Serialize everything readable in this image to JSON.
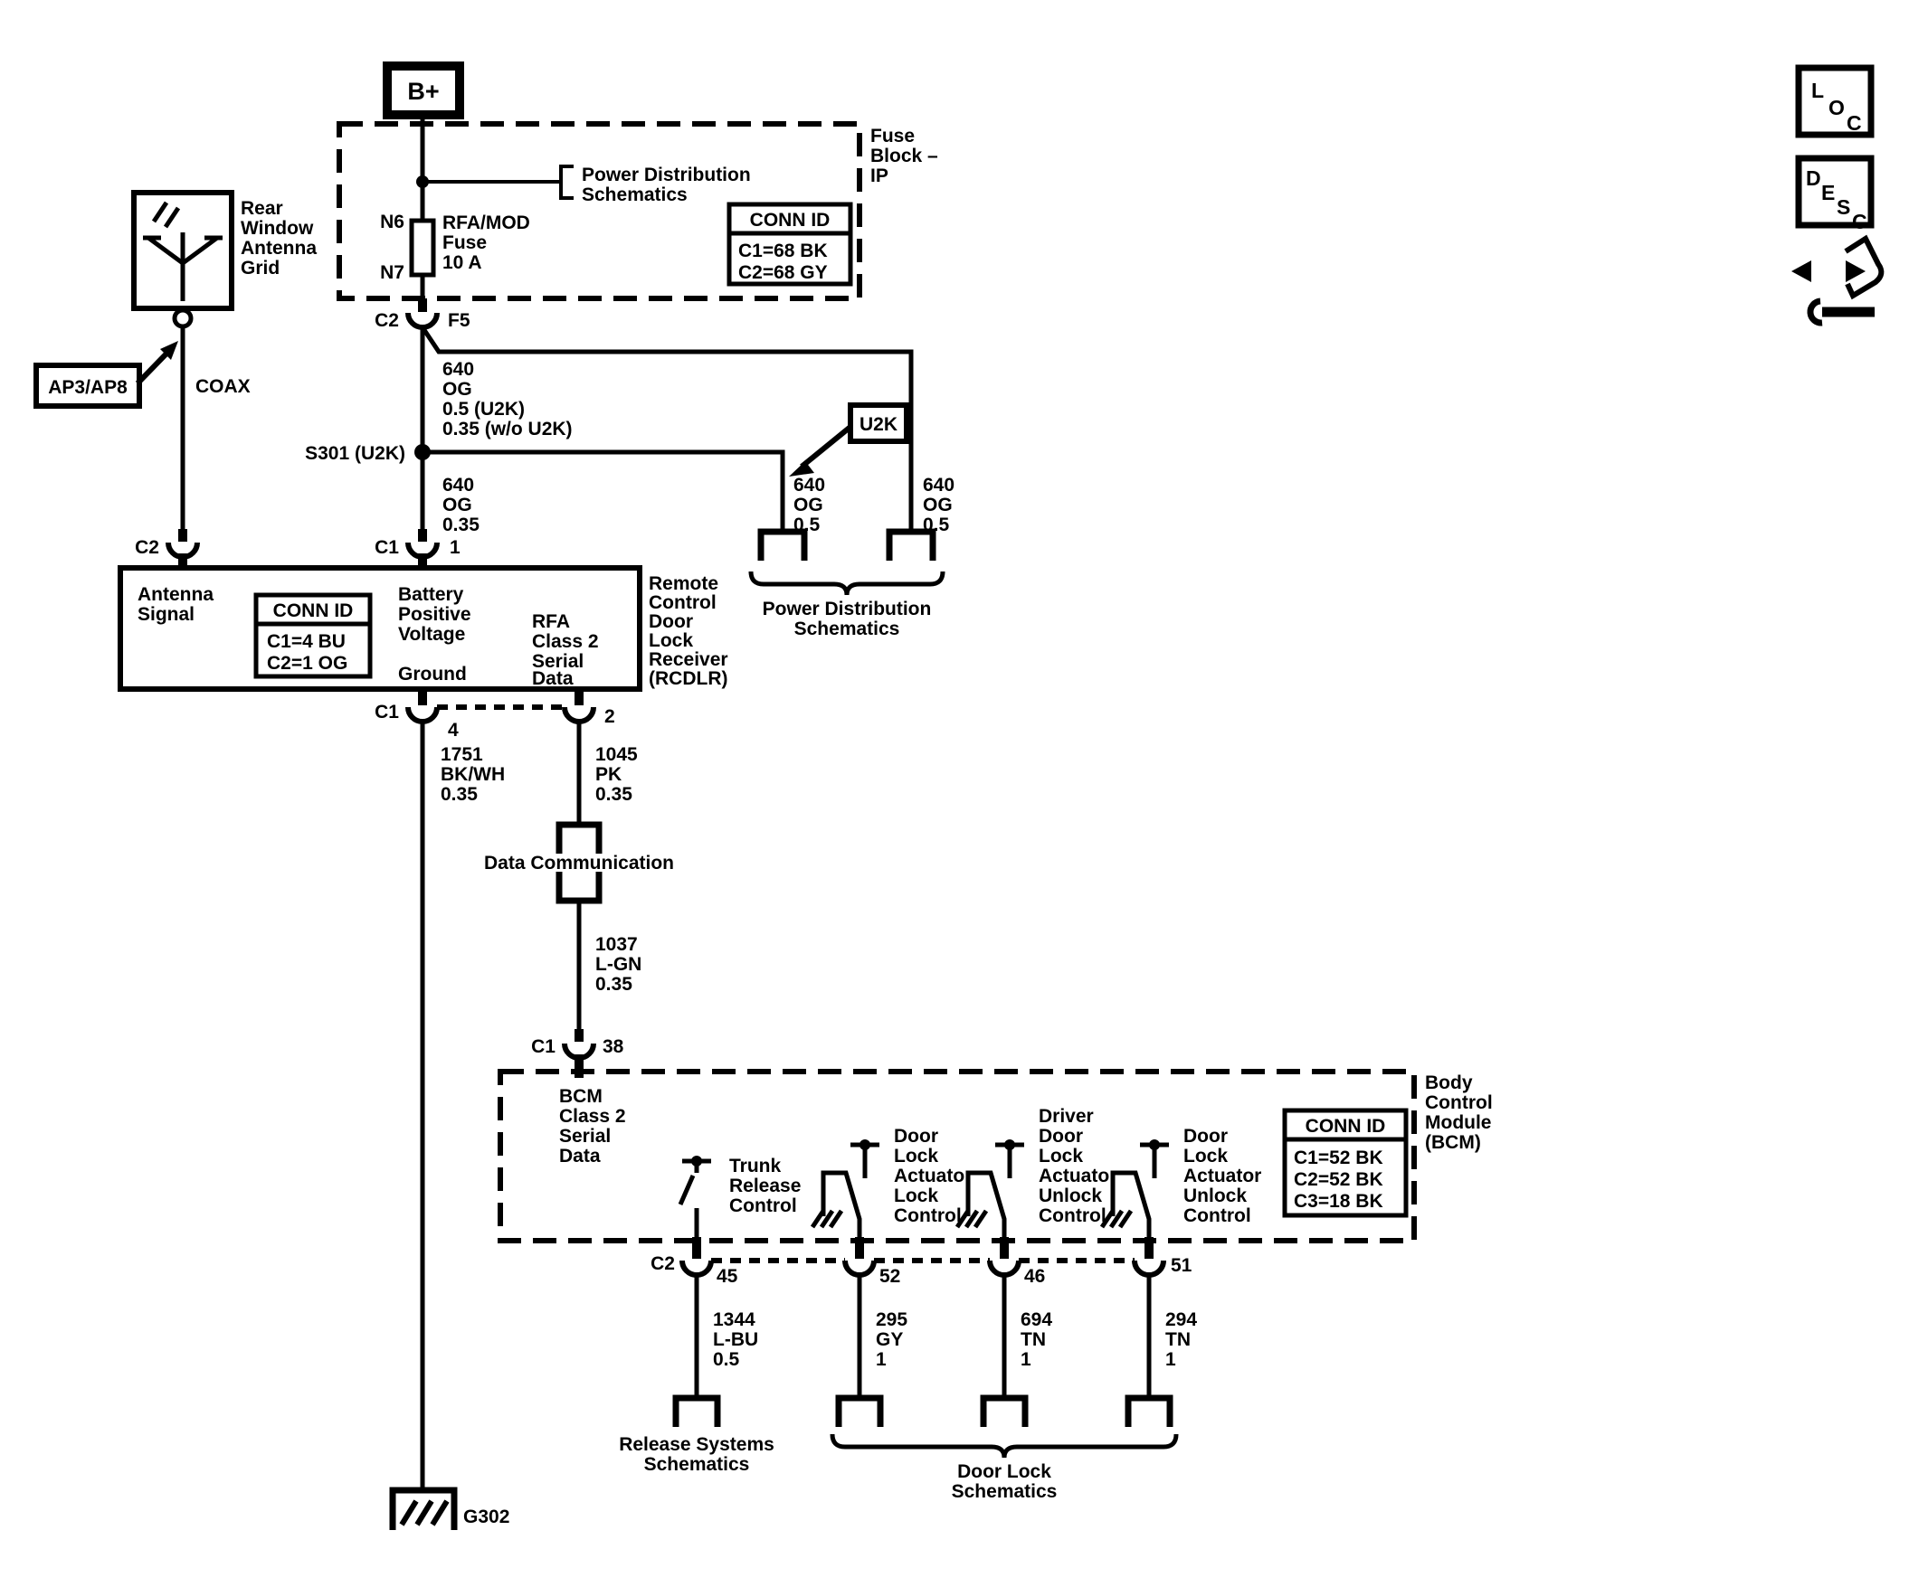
{
  "colors": {
    "ink": "#000000",
    "paper": "#ffffff"
  },
  "battery": {
    "label": "B+"
  },
  "fuse_block": {
    "title": [
      "Fuse",
      "Block –",
      "IP"
    ],
    "ref": [
      "Power Distribution",
      "Schematics"
    ],
    "fuse_pins": [
      "N6",
      "N7"
    ],
    "fuse_label": [
      "RFA/MOD",
      "Fuse",
      "10 A"
    ],
    "conn_id": {
      "header": "CONN ID",
      "rows": [
        "C1=68 BK",
        "C2=68 GY"
      ]
    },
    "out": {
      "conn": "C2",
      "pin": "F5"
    }
  },
  "antenna": {
    "label": [
      "Rear",
      "Window",
      "Antenna",
      "Grid"
    ],
    "callout": "AP3/AP8",
    "cable": "COAX",
    "conn": "C2"
  },
  "splice": {
    "label": "S301 (U2K)",
    "callout": "U2K"
  },
  "wire_labels": {
    "feed": [
      "640",
      "OG",
      "0.5 (U2K)",
      "0.35 (w/o U2K)"
    ],
    "feed_sub": [
      "640",
      "OG",
      "0.35"
    ],
    "branch_left": [
      "640",
      "OG",
      "0.5"
    ],
    "branch_right": [
      "640",
      "OG",
      "0.5"
    ],
    "ground_wire": [
      "1751",
      "BK/WH",
      "0.35"
    ],
    "serial_wire": [
      "1045",
      "PK",
      "0.35"
    ],
    "serial_wire2": [
      "1037",
      "L-GN",
      "0.35"
    ],
    "trunk_wire": [
      "1344",
      "L-BU",
      "0.5"
    ],
    "lock_wire": [
      "295",
      "GY",
      "1"
    ],
    "driver_unlock_wire": [
      "694",
      "TN",
      "1"
    ],
    "unlock_wire": [
      "294",
      "TN",
      "1"
    ]
  },
  "pd_ref": [
    "Power Distribution",
    "Schematics"
  ],
  "rcdlr": {
    "title": [
      "Remote",
      "Control",
      "Door",
      "Lock",
      "Receiver",
      "(RCDLR)"
    ],
    "conn_id": {
      "header": "CONN ID",
      "rows": [
        "C1=4 BU",
        "C2=1 OG"
      ]
    },
    "antenna_signal": [
      "Antenna",
      "Signal"
    ],
    "battery": [
      "Battery",
      "Positive",
      "Voltage"
    ],
    "ground": "Ground",
    "serial": [
      "RFA",
      "Class 2",
      "Serial",
      "Data"
    ],
    "top_conns": {
      "ant": "C2",
      "batt": "C1",
      "batt_pin": "1"
    },
    "bottom": {
      "conn": "C1",
      "pin_ground": "4",
      "pin_serial": "2"
    }
  },
  "data_comm": "Data Communication",
  "bcm": {
    "in": {
      "conn": "C1",
      "pin": "38"
    },
    "serial": [
      "BCM",
      "Class 2",
      "Serial",
      "Data"
    ],
    "title": [
      "Body",
      "Control",
      "Module",
      "(BCM)"
    ],
    "conn_id": {
      "header": "CONN ID",
      "rows": [
        "C1=52 BK",
        "C2=52 BK",
        "C3=18 BK"
      ]
    },
    "trunk": [
      "Trunk",
      "Release",
      "Control"
    ],
    "lock": [
      "Door",
      "Lock",
      "Actuator",
      "Lock",
      "Control"
    ],
    "driver_unlock": [
      "Driver",
      "Door",
      "Lock",
      "Actuator",
      "Unlock",
      "Control"
    ],
    "unlock": [
      "Door",
      "Lock",
      "Actuator",
      "Unlock",
      "Control"
    ],
    "bottom_conn": "C2",
    "pins": [
      "45",
      "52",
      "46",
      "51"
    ]
  },
  "refs": {
    "release": [
      "Release Systems",
      "Schematics"
    ],
    "door_lock": [
      "Door Lock",
      "Schematics"
    ]
  },
  "ground_id": "G302",
  "nav": {
    "loc": [
      "L",
      "O",
      "C"
    ],
    "desc": [
      "D",
      "E",
      "S",
      "C"
    ]
  }
}
